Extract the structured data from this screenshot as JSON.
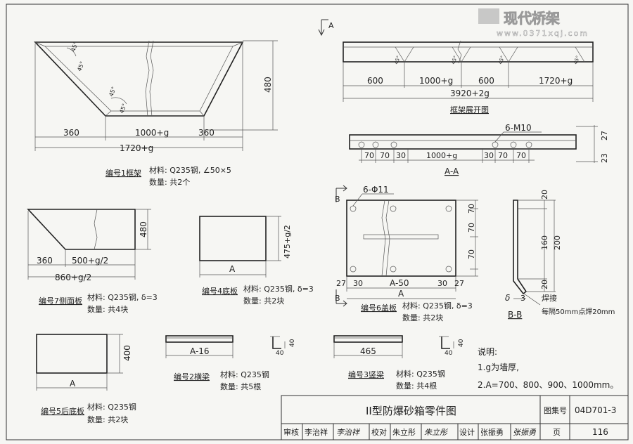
{
  "watermark": {
    "brand": "现代桥架",
    "url": "www.0371xqj.com"
  },
  "view_a_mark": "A",
  "frame": {
    "angle_label": "45°",
    "dims_bottom": [
      "360",
      "1000+g",
      "360"
    ],
    "dim_total": "1720+g",
    "dim_height": "480",
    "caption": "编号1框架",
    "material": "材料: Q235钢, ∠50×5",
    "quantity": "数量: 共2个"
  },
  "unfold": {
    "angle_label": "45°",
    "dims": [
      "600",
      "1000+g",
      "600",
      "1720+g"
    ],
    "total": "3920+2g",
    "caption": "框架展开图"
  },
  "section_aa": {
    "bolt": "6-M10",
    "dims": [
      "70",
      "70",
      "30",
      "1000+g",
      "30",
      "70",
      "70"
    ],
    "right_dims": [
      "27",
      "23"
    ],
    "caption": "A-A"
  },
  "side_panel": {
    "dims_bottom": [
      "360",
      "500+g/2"
    ],
    "dim_total": "860+g/2",
    "dim_height": "480",
    "caption": "编号7侧面板",
    "material": "材料: Q235钢, δ=3",
    "quantity": "数量: 共4块"
  },
  "bottom_plate": {
    "dim_width": "A",
    "dim_height": "475+g/2",
    "caption": "编号4底板",
    "material": "材料: Q235钢, δ=3",
    "quantity": "数量: 共2块"
  },
  "cover_plate": {
    "section_mark": "B",
    "holes": "6-Φ11",
    "dims_right": [
      "70",
      "70",
      "70"
    ],
    "dims_bottom": [
      "27",
      "30",
      "A-50",
      "30",
      "27"
    ],
    "dim_total": "A",
    "caption": "编号6盖板",
    "material": "材料: Q235钢, δ=3",
    "quantity": "数量: 共2块"
  },
  "section_bb": {
    "dims": [
      "20",
      "160",
      "200",
      "20"
    ],
    "thickness": "δ",
    "value3": "3",
    "weld": "焊接",
    "weld_note": "每隔50mm点焊20mm",
    "caption": "B-B"
  },
  "back_plate": {
    "dim_width": "A",
    "dim_height": "400",
    "caption": "编号5后底板",
    "material": "材料: Q235钢",
    "quantity": "数量: 共2块"
  },
  "cross_beam": {
    "dim_length": "A-16",
    "angle_size": "40",
    "caption": "编号2横梁",
    "material": "材料: Q235钢",
    "quantity": "数量: 共5根"
  },
  "vertical_beam": {
    "dim_length": "465",
    "angle_size": "40",
    "caption": "编号3竖梁",
    "material": "材料: Q235钢",
    "quantity": "数量: 共4根"
  },
  "notes": {
    "heading": "说明:",
    "items": [
      "1.g为墙厚,",
      "2.A=700、800、900、1000mm。"
    ]
  },
  "title_block": {
    "title": "II型防爆砂箱零件图",
    "atlas_label": "图集号",
    "atlas_no": "04D701-3",
    "review_label": "审核",
    "reviewer": "李治祥",
    "reviewer_sign": "李治祥",
    "check_label": "校对",
    "checker": "朱立彤",
    "checker_sign": "朱立彤",
    "design_label": "设计",
    "designer": "张振勇",
    "designer_sign": "张振勇",
    "page_label": "页",
    "page_no": "116"
  }
}
